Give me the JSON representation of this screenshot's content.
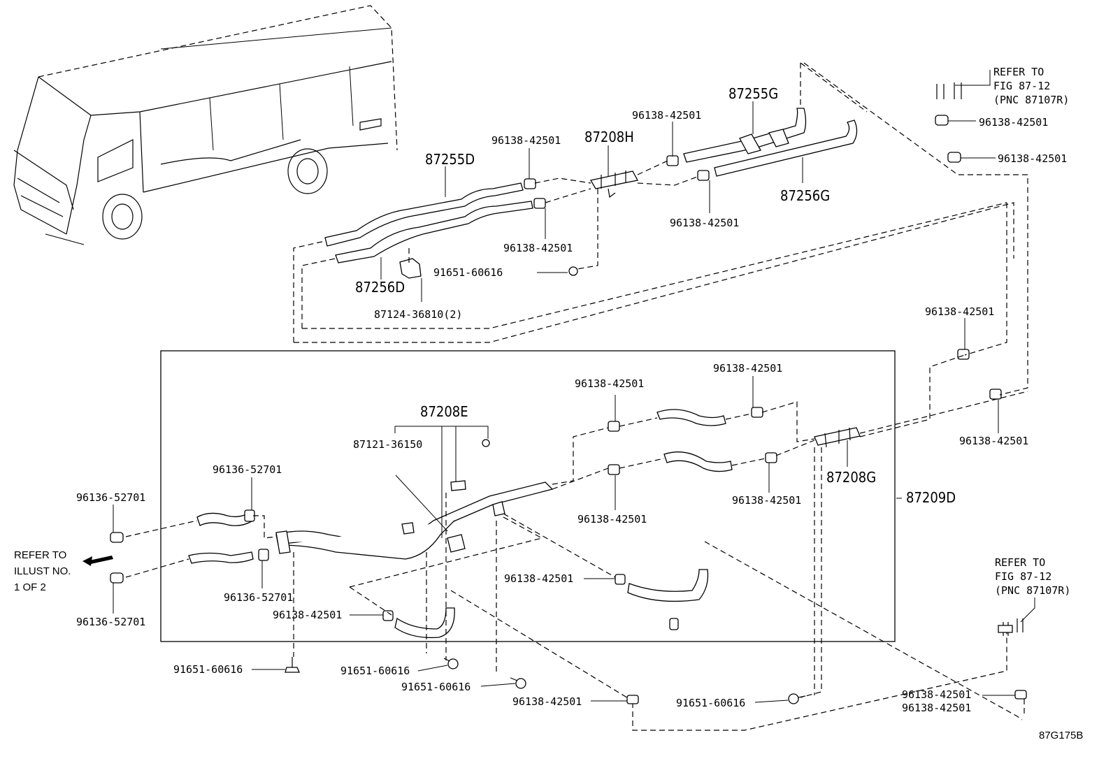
{
  "diagram": {
    "code": "87G175B",
    "callouts": {
      "c87255D": "87255D",
      "c87256D": "87256D",
      "c87124": "87124-36810(2)",
      "c87208H": "87208H",
      "c87255G": "87255G",
      "c87256G": "87256G",
      "c87208E": "87208E",
      "c87121": "87121-36150",
      "c87208G": "87208G",
      "c87209D": "87209D",
      "top_clamp_a": "96138-42501",
      "top_clamp_b": "96138-42501",
      "top_clamp_c": "96138-42501",
      "top_clamp_d": "96138-42501",
      "top_clamp_e": "96138-42501",
      "right_clamp_1": "96138-42501",
      "right_clamp_2": "96138-42501",
      "right_clamp_3": "96138-42501",
      "right_clamp_4": "96138-42501",
      "top_bolt": "91651-60616",
      "box_clamp_1": "96138-42501",
      "box_clamp_2": "96138-42501",
      "box_clamp_3": "96138-42501",
      "box_clamp_4": "96138-42501",
      "box_clamp_5": "96138-42501",
      "box_clamp_6": "96138-42501",
      "left_clamp_top": "96136-52701",
      "left_clamp_inner": "96136-52701",
      "left_clamp_inner2": "96136-52701",
      "left_clamp_bottom": "96136-52701",
      "bottom_bolt_1": "91651-60616",
      "bottom_bolt_2": "91651-60616",
      "bottom_bolt_3": "91651-60616",
      "bottom_bolt_4": "91651-60616",
      "bottom_clamp_1": "96138-42501",
      "bottom_clamp_2": "96138-42501"
    },
    "refer_top": [
      "REFER TO",
      "FIG 87-12",
      "(PNC 87107R)"
    ],
    "refer_bottom": [
      "REFER TO",
      "FIG 87-12",
      "(PNC 87107R)"
    ],
    "refer_left": [
      "REFER TO",
      "ILLUST NO.",
      "1 OF 2"
    ]
  }
}
